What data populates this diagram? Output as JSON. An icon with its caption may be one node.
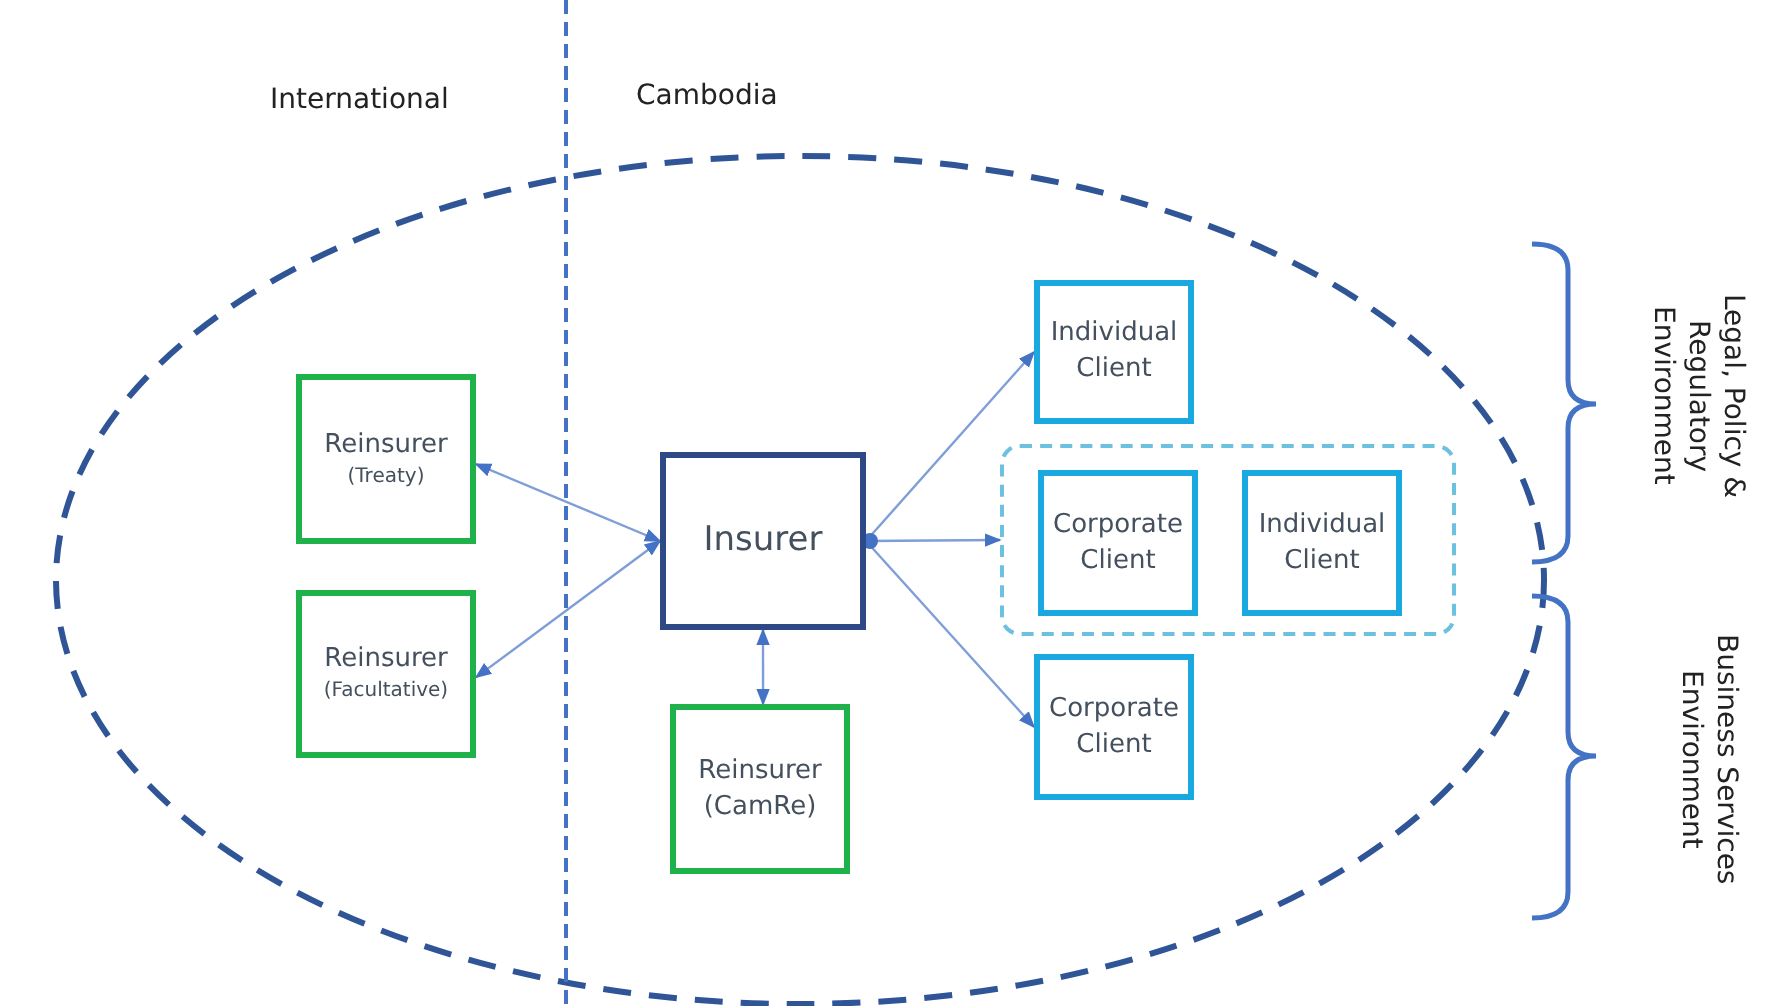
{
  "diagram": {
    "nodes": [
      {
        "text": [
          "Reinsurer",
          "(Treaty)"
        ]
      },
      {
        "text": [
          "Reinsurer",
          "(Facultative)"
        ]
      },
      {
        "text": [
          "Insurer"
        ]
      },
      {
        "text": [
          "Reinsurer",
          "(CamRe)"
        ]
      },
      {
        "text": [
          "Individual Client"
        ]
      },
      {
        "text": [],
        "shape": "box"
      },
      {
        "text": [
          "Corporate Client"
        ],
        "in": 5
      },
      {
        "text": [
          "Individual Client"
        ],
        "in": 5
      },
      {
        "text": [
          "Corporate Client"
        ]
      }
    ],
    "edges": [
      {
        "from": 2,
        "to": 0,
        "arrow": "both"
      },
      {
        "from": 2,
        "to": 1,
        "arrow": "both"
      },
      {
        "from": 2,
        "to": 3,
        "arrow": "both"
      },
      {
        "from": 2,
        "to": 4,
        "arrow": "to"
      },
      {
        "from": 2,
        "to": 5,
        "arrow": "to"
      },
      {
        "from": 2,
        "to": 8,
        "arrow": "to"
      }
    ],
    "labels": [
      "International",
      "Cambodia",
      "Legal, Policy & Regulatory Environment",
      "Business Services Environment"
    ]
  }
}
